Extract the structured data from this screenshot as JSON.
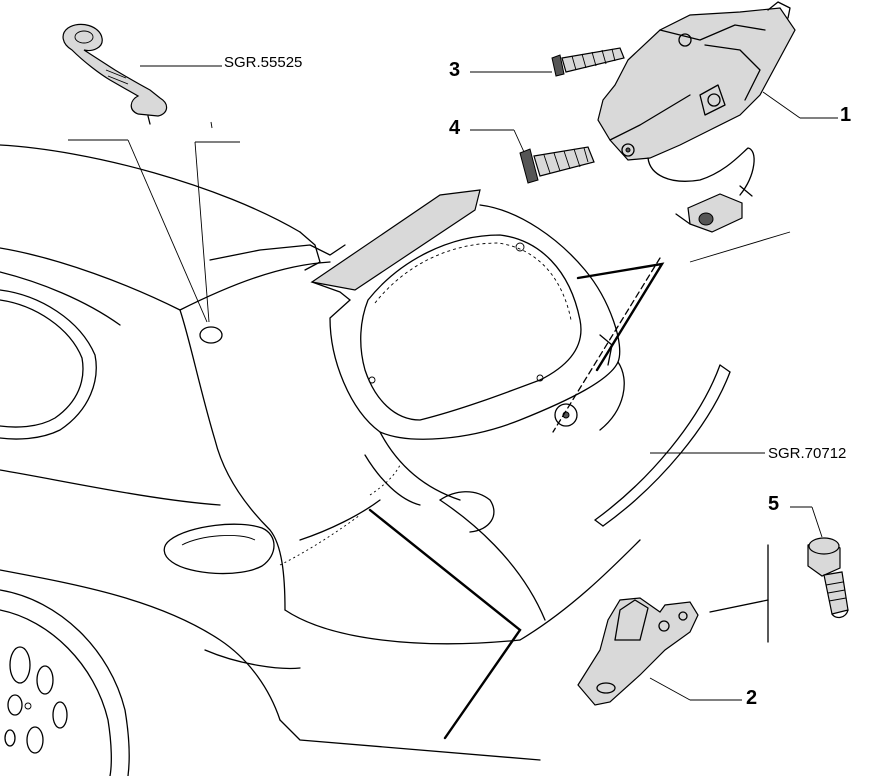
{
  "references": {
    "upper": "SGR.55525",
    "lower": "SGR.70712"
  },
  "callouts": {
    "p1": "1",
    "p2": "2",
    "p3": "3",
    "p4": "4",
    "p5": "5"
  }
}
